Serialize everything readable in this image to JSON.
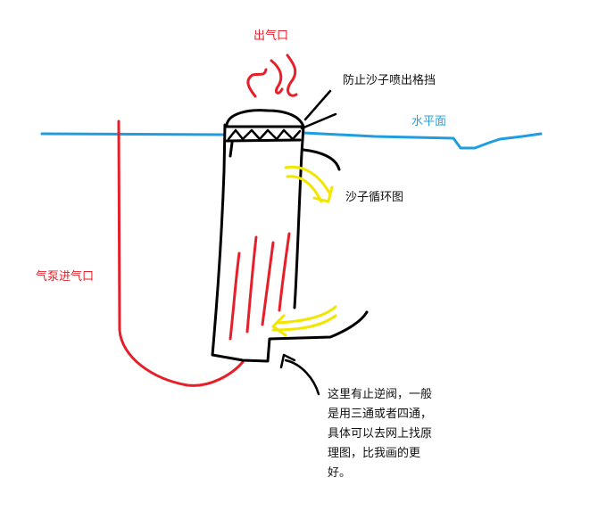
{
  "labels": {
    "outlet": "出气口",
    "grid": "防止沙子喷出格挡",
    "water_level": "水平面",
    "sand_cycle": "沙子循环图",
    "pump_inlet": "气泵进气口",
    "note": [
      "这里有止逆阀，一般",
      "是用三通或者四通，",
      "具体可以去网上找原",
      "理图，比我画的更",
      "好。"
    ]
  },
  "colors": {
    "water": "#1e9de0",
    "air": "#e5202a",
    "sand": "#f2e600",
    "outline": "#000000"
  }
}
